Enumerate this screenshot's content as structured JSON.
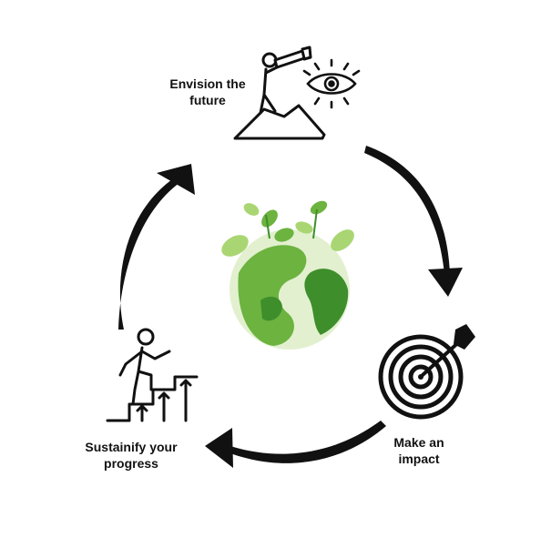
{
  "steps": [
    {
      "line1": "Envision the",
      "line2": "future",
      "icon": "telescope-on-mountain-icon"
    },
    {
      "line1": "Make an",
      "line2": "impact",
      "icon": "target-icon"
    },
    {
      "line1": "Sustainify your",
      "line2": "progress",
      "icon": "climbing-stairs-icon"
    }
  ],
  "center_icon": "green-earth-with-sprouts-icon",
  "colors": {
    "ink": "#111111",
    "leaf_light": "#a9d672",
    "leaf_mid": "#6cb33f",
    "leaf_dark": "#3e8e2c",
    "globe_pale": "#e2f0cf"
  }
}
